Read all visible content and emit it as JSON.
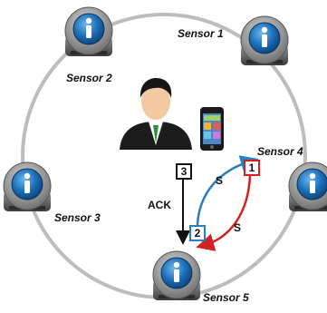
{
  "sensors": [
    {
      "id": "sensor-1",
      "label": "Sensor 1"
    },
    {
      "id": "sensor-2",
      "label": "Sensor 2"
    },
    {
      "id": "sensor-3",
      "label": "Sensor 3"
    },
    {
      "id": "sensor-4",
      "label": "Sensor 4"
    },
    {
      "id": "sensor-5",
      "label": "Sensor 5"
    },
    {
      "id": "sensor-6",
      "label": ""
    }
  ],
  "steps": [
    {
      "number": "3",
      "color": "#111111"
    },
    {
      "number": "1",
      "color": "#d42020"
    },
    {
      "number": "2",
      "color": "#2a7fc4"
    }
  ],
  "messages": {
    "ack": "ACK",
    "s_blue": "S",
    "s_red": "S"
  },
  "colors": {
    "ring": "#bdbdbd",
    "sensor_blue": "#1b6fb8",
    "red_arrow": "#d42020",
    "blue_arrow": "#2a7fc4",
    "ack_arrow": "#111111"
  },
  "icons": {
    "sensor": "sensor-device-icon",
    "user": "user-icon",
    "phone": "smartphone-icon"
  }
}
